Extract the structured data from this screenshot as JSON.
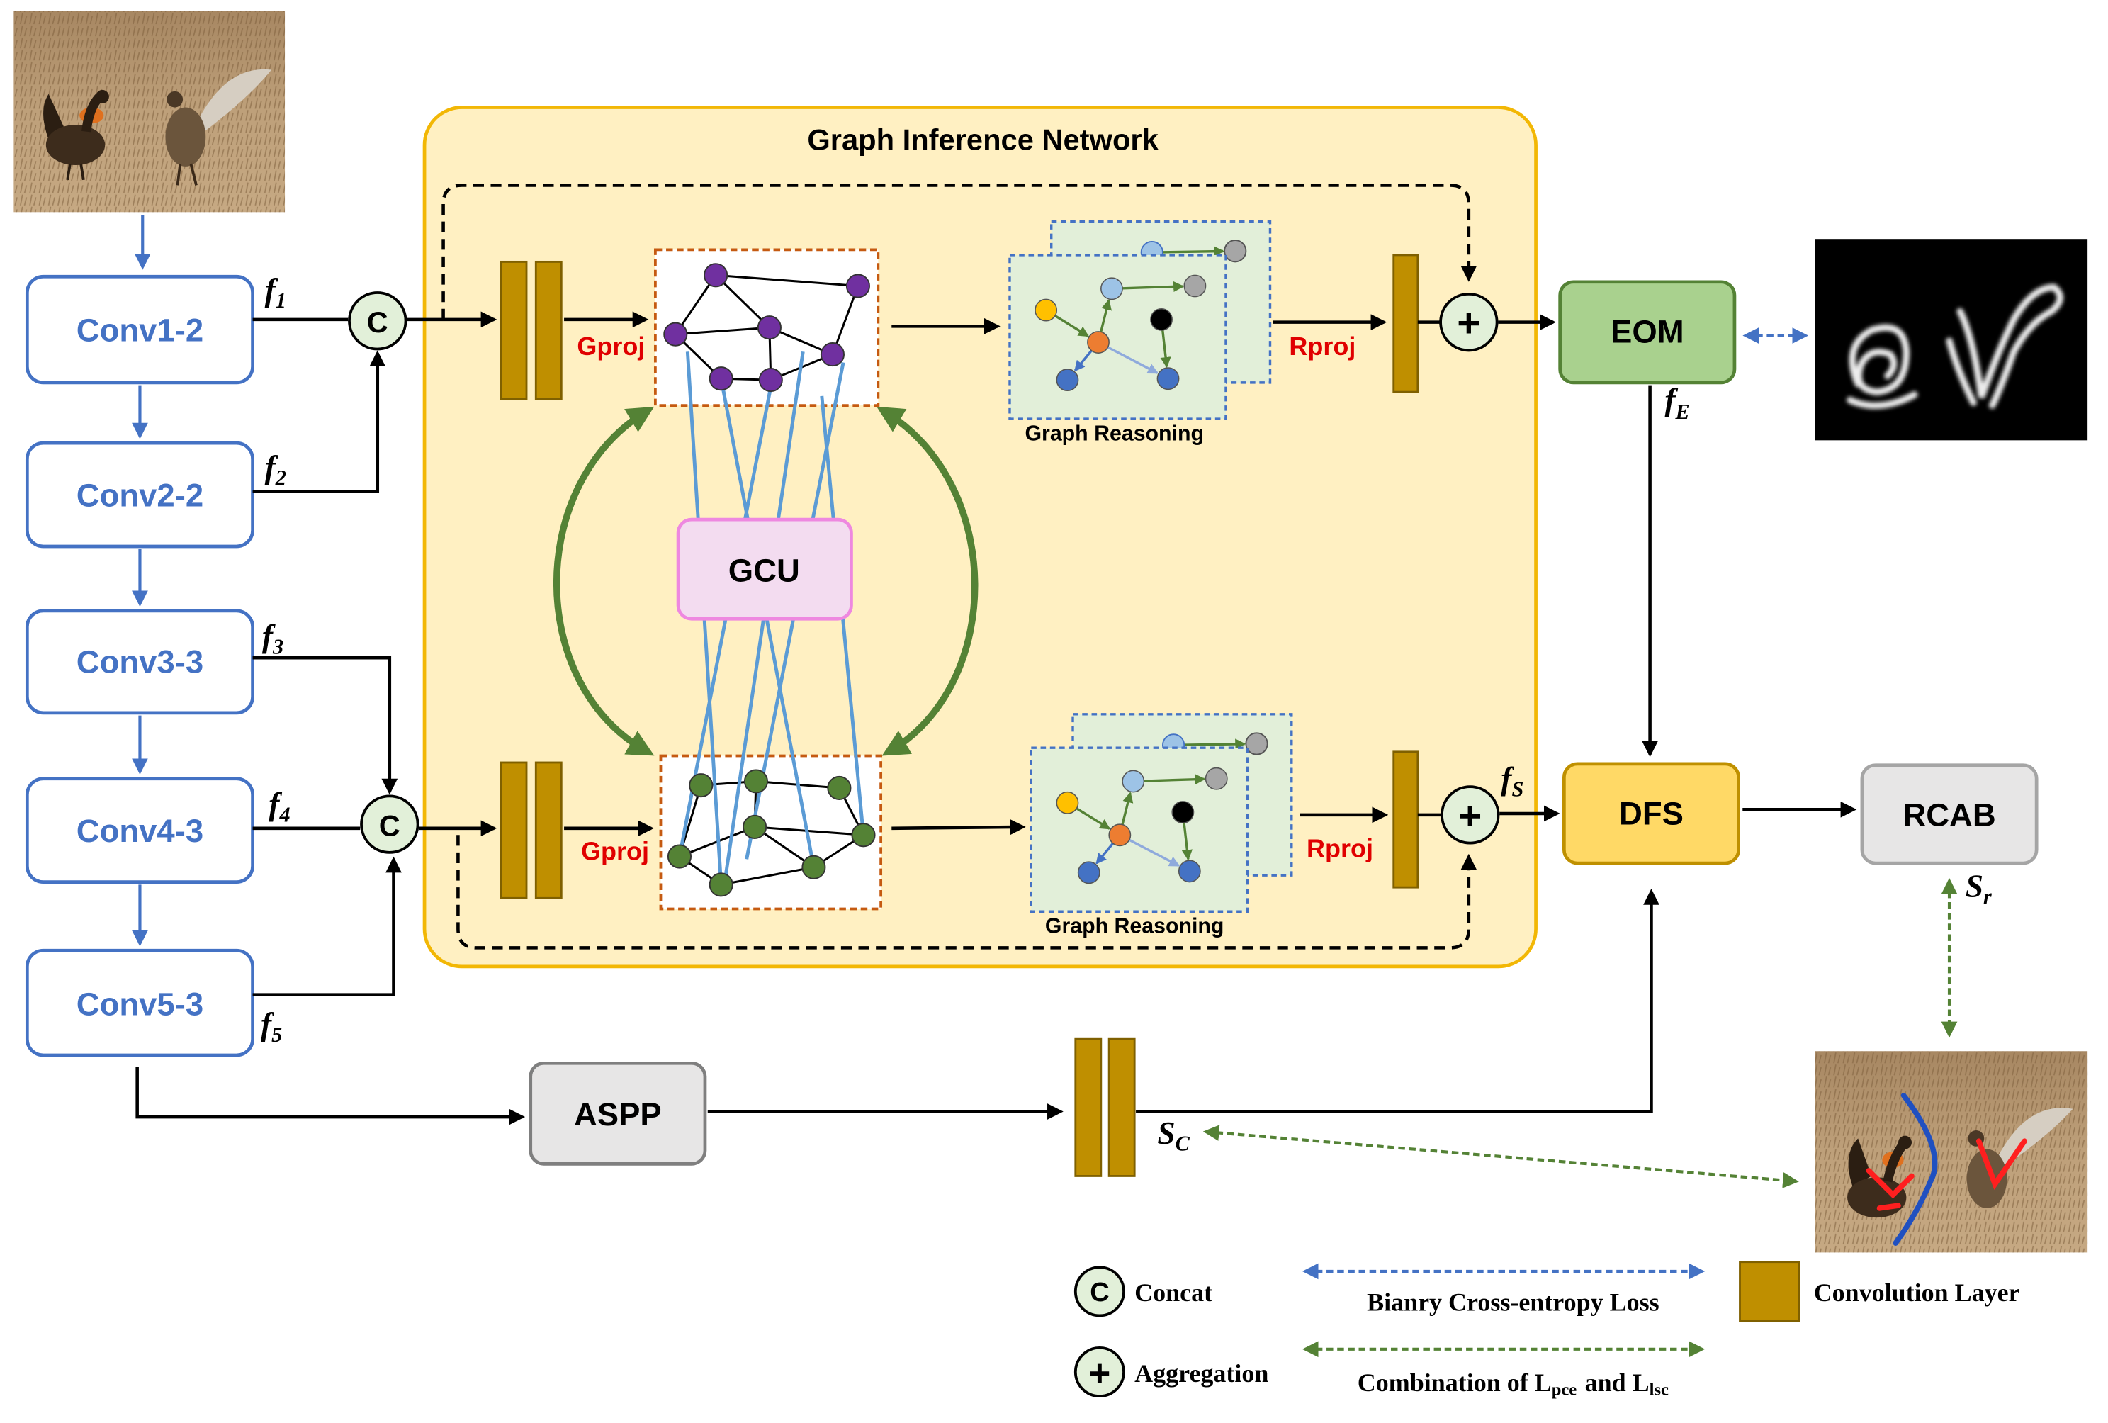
{
  "diagram": {
    "title": "Graph Inference Network",
    "backbone": [
      "Conv1-2",
      "Conv2-2",
      "Conv3-3",
      "Conv4-3",
      "Conv5-3"
    ],
    "features": [
      {
        "main": "f",
        "sub": "1"
      },
      {
        "main": "f",
        "sub": "2"
      },
      {
        "main": "f",
        "sub": "3"
      },
      {
        "main": "f",
        "sub": "4"
      },
      {
        "main": "f",
        "sub": "5"
      }
    ],
    "concat_symbol": "C",
    "aggregation_symbol": "+",
    "gproj": "Gproj",
    "rproj": "Rproj",
    "graph_reasoning": "Graph Reasoning",
    "gcu": "GCU",
    "eom": "EOM",
    "f_E": {
      "main": "f",
      "sub": "E"
    },
    "dfs": "DFS",
    "f_S": {
      "main": "f",
      "sub": "S"
    },
    "rcab": "RCAB",
    "s_r": {
      "main": "S",
      "sub": "r"
    },
    "aspp": "ASPP",
    "s_c": {
      "main": "S",
      "sub": "C"
    }
  },
  "legend": {
    "concat": "Concat",
    "aggregation": "Aggregation",
    "bce": "Bianry Cross-entropy Loss",
    "combo": {
      "prefix": "Combination of L",
      "sub1": "pce",
      "mid": "and L",
      "sub2": "lsc"
    },
    "conv": "Convolution Layer"
  },
  "colors": {
    "backbone": "#4472c4",
    "gin_fill": "#fff0c2",
    "gin_stroke": "#f2b705",
    "conv_layer": "#bf8f00",
    "proj_text": "#e00000",
    "eom_fill": "#a9d18e",
    "dfs_fill": "#ffd966",
    "rcab_fill": "#e7e6e6",
    "aspp_fill": "#e7e6e6",
    "gcu_fill": "#f3dcf0",
    "bce_arrow": "#4472c4",
    "combo_arrow": "#548235",
    "top_graph_node": "#7030a0",
    "bottom_graph_node": "#548235",
    "cross_link": "#5b9bd5",
    "reasoning_card": "#e2efd9",
    "reasoning_nodes": {
      "yellow": "#ffc000",
      "light_blue": "#9dc3e6",
      "gray": "#a6a6a6",
      "black": "#000000",
      "orange": "#ed7d31",
      "blue": "#4472c4"
    }
  }
}
